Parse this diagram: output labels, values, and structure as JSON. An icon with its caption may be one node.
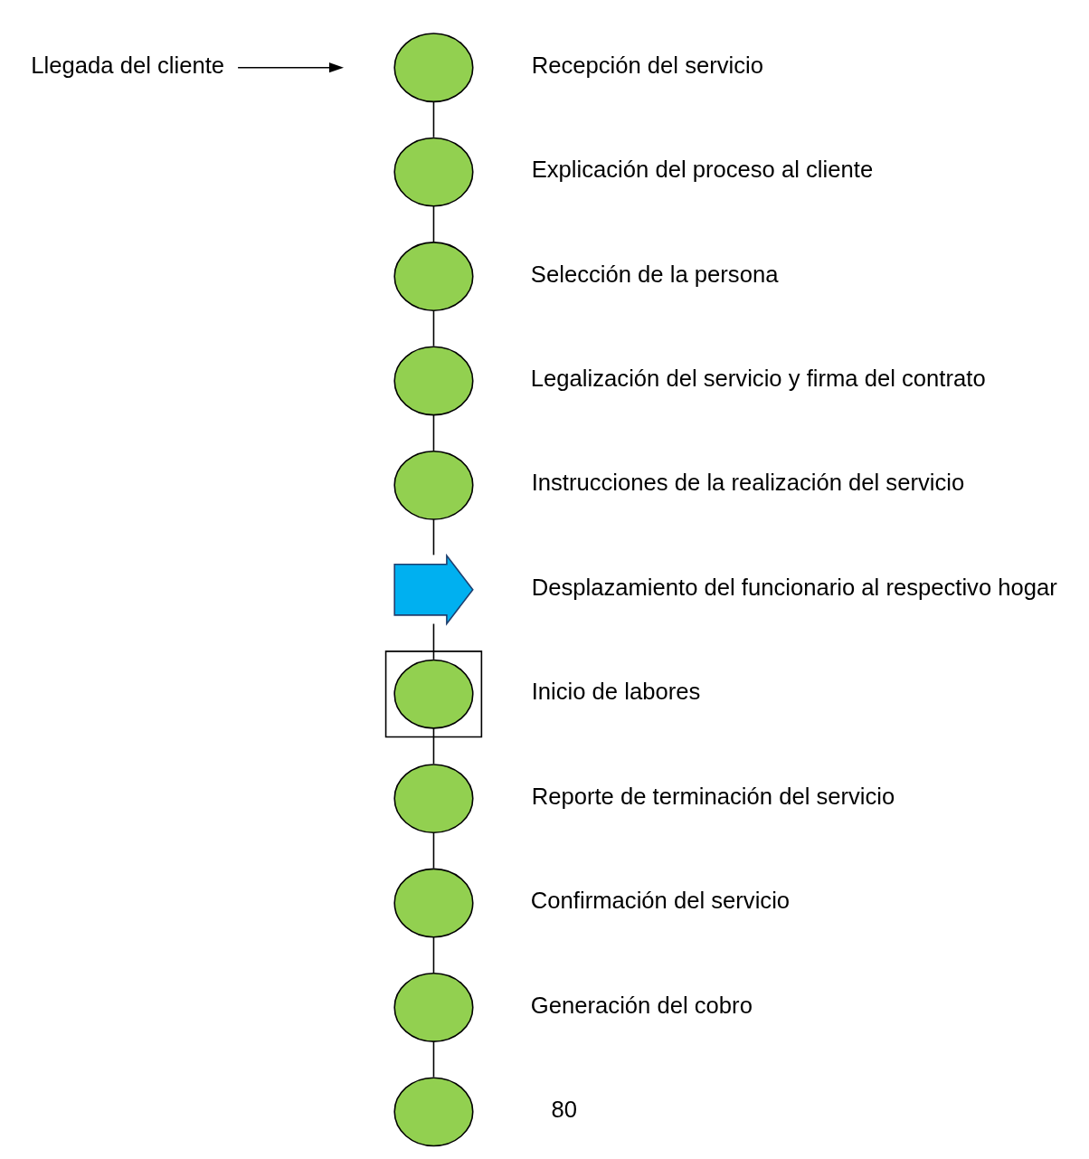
{
  "diagram": {
    "nodes": [
      {
        "text": [
          "Llegada del cliente"
        ]
      },
      {
        "text": [],
        "shape": "circle",
        "beside": [
          "Recepción del servicio"
        ]
      },
      {
        "text": [],
        "shape": "circle",
        "beside": [
          "Explicación del proceso al cliente"
        ]
      },
      {
        "text": [],
        "shape": "circle",
        "beside": [
          "Selección de la persona"
        ]
      },
      {
        "text": [],
        "shape": "circle",
        "beside": [
          "Legalización del servicio y firma del contrato"
        ]
      },
      {
        "text": [],
        "shape": "circle",
        "beside": [
          "Instrucciones de la realización del servicio"
        ]
      },
      {
        "text": [],
        "shape": "arrow",
        "beside": [
          "Desplazamiento del funcionario al respectivo hogar"
        ]
      },
      {
        "text": [],
        "shape": "box"
      },
      {
        "text": [],
        "shape": "circle",
        "in": 7,
        "beside": [
          "Inicio de labores"
        ]
      },
      {
        "text": [],
        "shape": "circle",
        "beside": [
          "Reporte de terminación del servicio"
        ]
      },
      {
        "text": [],
        "shape": "circle",
        "beside": [
          "Confirmación del servicio"
        ]
      },
      {
        "text": [],
        "shape": "circle",
        "beside": [
          "Generación del cobro"
        ]
      },
      {
        "text": [],
        "shape": "circle"
      }
    ],
    "edges": [
      {
        "from": 0,
        "to": null,
        "arrow": "to"
      },
      {
        "from": 1,
        "to": 2,
        "arrow": "none"
      },
      {
        "from": 2,
        "to": 3,
        "arrow": "none"
      },
      {
        "from": 3,
        "to": 4,
        "arrow": "none"
      },
      {
        "from": 4,
        "to": 5,
        "arrow": "none"
      },
      {
        "from": 5,
        "to": 6,
        "arrow": "none"
      },
      {
        "from": 6,
        "to": 8,
        "arrow": "none"
      },
      {
        "from": 8,
        "to": 9,
        "arrow": "none"
      },
      {
        "from": 9,
        "to": 10,
        "arrow": "none"
      },
      {
        "from": 10,
        "to": 11,
        "arrow": "none"
      },
      {
        "from": 11,
        "to": 12,
        "arrow": "none"
      }
    ],
    "labels": [
      "80"
    ]
  }
}
